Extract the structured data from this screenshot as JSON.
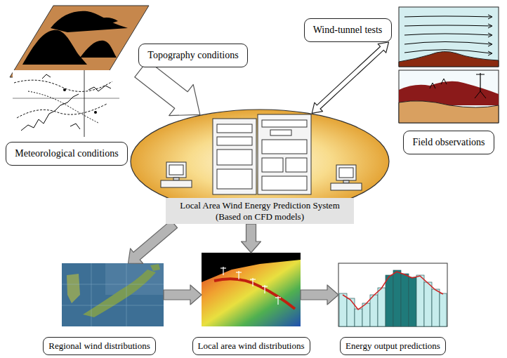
{
  "diagram": {
    "nodes": [
      {
        "text": [
          "Topography conditions"
        ]
      },
      {
        "text": [
          "Meteorological conditions"
        ]
      },
      {
        "text": [
          "Wind-tunnel tests"
        ]
      },
      {
        "text": [
          "Field observations"
        ]
      },
      {
        "text": [
          "Local Area Wind Energy Prediction System",
          "(Based on CFD models)"
        ]
      },
      {
        "text": [
          "Regional wind distributions"
        ]
      },
      {
        "text": [
          "Local area wind distributions"
        ]
      },
      {
        "text": [
          "Energy output predictions"
        ]
      }
    ],
    "edges": [
      {
        "from": 0,
        "to": 4,
        "arrow": "to"
      },
      {
        "from": 4,
        "to": 2,
        "arrow": "both"
      },
      {
        "from": 4,
        "to": 5,
        "arrow": "to"
      },
      {
        "from": 4,
        "to": 6,
        "arrow": "to"
      },
      {
        "from": 5,
        "to": 6,
        "arrow": "to"
      },
      {
        "from": 6,
        "to": 7,
        "arrow": "to"
      }
    ]
  }
}
